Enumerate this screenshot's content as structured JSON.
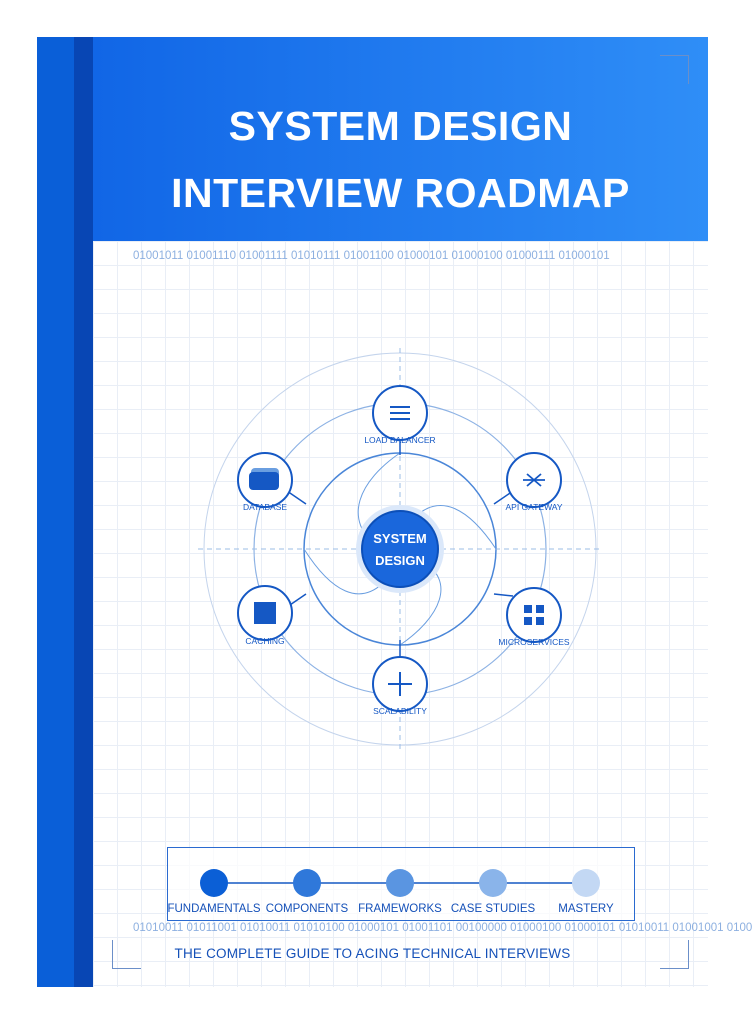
{
  "cover": {
    "title_line1": "SYSTEM DESIGN",
    "title_line2": "INTERVIEW ROADMAP",
    "binary_top": "01001011 01001110 01001111 01010111 01001100 01000101 01000100 01000111 01000101",
    "binary_bottom": "01010011 01011001 01010011 01010100 01000101 01001101 00100000 01000100 01000101 01010011 01001001 0100",
    "tagline": "THE COMPLETE GUIDE TO ACING TECHNICAL INTERVIEWS"
  },
  "diagram": {
    "center_line1": "SYSTEM",
    "center_line2": "DESIGN",
    "nodes": [
      {
        "label": "LOAD BALANCER",
        "icon": "menu-lines-icon"
      },
      {
        "label": "API GATEWAY",
        "icon": "arrows-cross-icon"
      },
      {
        "label": "MICROSERVICES",
        "icon": "grid-squares-icon"
      },
      {
        "label": "SCALABILITY",
        "icon": "plus-icon"
      },
      {
        "label": "CACHING",
        "icon": "square-icon"
      },
      {
        "label": "DATABASE",
        "icon": "database-card-icon"
      }
    ]
  },
  "timeline": {
    "stages": [
      {
        "label": "FUNDAMENTALS",
        "color": "#0b5fd6"
      },
      {
        "label": "COMPONENTS",
        "color": "#2f78da"
      },
      {
        "label": "FRAMEWORKS",
        "color": "#5a95e1"
      },
      {
        "label": "CASE STUDIES",
        "color": "#8ab4ea"
      },
      {
        "label": "MASTERY",
        "color": "#c3d8f4"
      }
    ]
  },
  "colors": {
    "primary": "#1166e6",
    "spine": "#0a5fd8",
    "spine_dark": "#0846b4",
    "accent_text": "#1450b8"
  }
}
